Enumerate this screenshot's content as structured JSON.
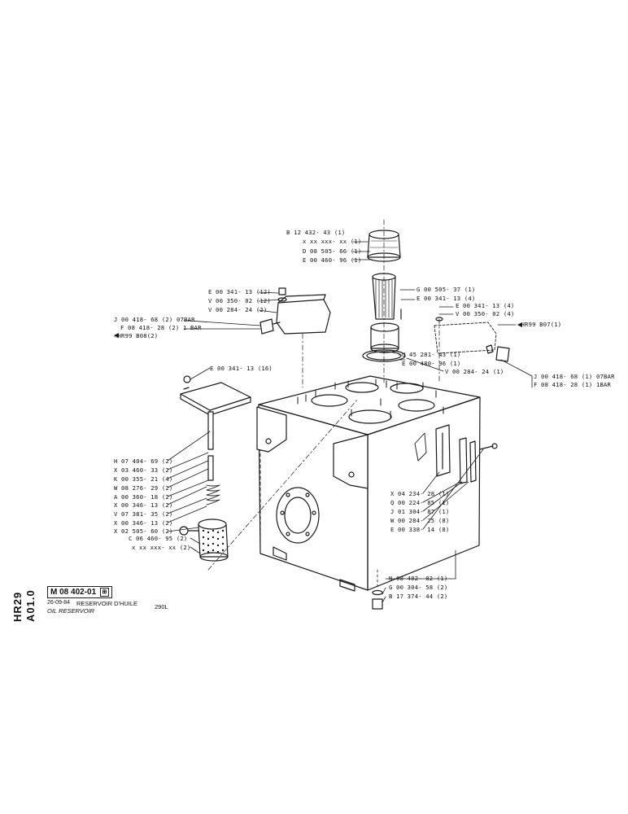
{
  "sheet": {
    "side_code_1": "HR29",
    "side_code_2": "A01.0",
    "drawing_number": "M 08 402-01",
    "box_symbol": "⊞",
    "date": "26-09-84",
    "title_fr": "RESERVOIR D'HUILE",
    "title_en": "OIL RESERVOIR",
    "model": "290L"
  },
  "labels": {
    "top_filter": [
      "B 12 432- 43 (1)",
      "x xx xxx- xx (1)",
      "D 08 505- 66 (1)",
      "E 00 460- 96 (1)"
    ],
    "strainer": [
      "G 00 505- 37 (1)",
      "E 00 341- 13 (4)"
    ],
    "breather": [
      "U 45 281- 43 (1)",
      "E 00 480- 96 (1)",
      "V 00 284- 24 (1)"
    ],
    "left_block": [
      "E 00 341- 13 (12)",
      "V 00 350- 02 (12)",
      "V 00 284- 24 (2)"
    ],
    "left_fitting": [
      "J 00 418- 68 (2) 07BAR",
      "F 08 418- 28 (2) 1 BAR",
      "◁HR99 B08(2)"
    ],
    "right_block": [
      "E 00 341- 13 (4)",
      "V 00 350- 02 (4)",
      "◁HR99 B07(1)"
    ],
    "right_fitting": [
      "J 00 418- 68 (1) 07BAR",
      "F 08 418- 28 (1) 1BAR"
    ],
    "cover": [
      "E 00 341- 13 (16)"
    ],
    "filter_stack": [
      "H 07 404- 69 (2)",
      "X 03 460- 33 (2)",
      "K 00 355- 21 (4)",
      "W 08 276- 29 (2)",
      "A 00 360- 18 (2)",
      "X 00 346- 13 (2)",
      "V 07 381- 35 (2)",
      "X 00 346- 13 (2)",
      "X 02 505- 60 (2)",
      "C 06 460- 95 (2)",
      "x xx xxx- xx (2)"
    ],
    "gauge": [
      "X 04 234- 28 (1)",
      "Q 00 224- 85 (1)",
      "J 01 304- 87 (1)",
      "W 00 284- 25 (8)",
      "E 00 338- 14 (8)"
    ],
    "drain": [
      "N 08 402- 02 (1)",
      "G 00 304- 58 (2)",
      "B 17 374- 44 (2)"
    ]
  }
}
